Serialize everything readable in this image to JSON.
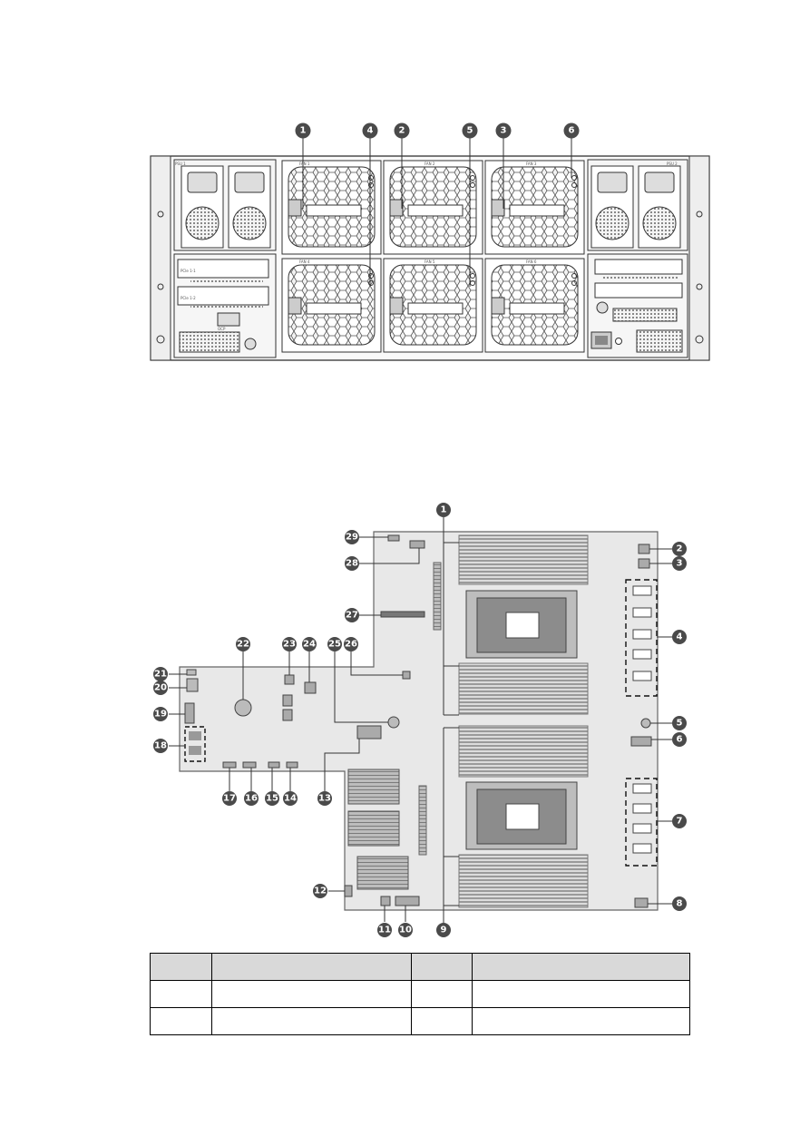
{
  "rear_panel": {
    "callouts": [
      "1",
      "4",
      "2",
      "5",
      "3",
      "6"
    ],
    "labels": {
      "fan_top": [
        "FAN 1",
        "FAN 2",
        "FAN 3"
      ],
      "fan_bottom": [
        "FAN 4",
        "FAN 5",
        "FAN 6"
      ],
      "psu_left": "PSU 1",
      "psu_right": "PSU 2",
      "pcie_left_1": "PCIe 1-1",
      "pcie_left_2": "PCIe 1-2",
      "ocp": "OCP"
    }
  },
  "motherboard": {
    "callouts": [
      "1",
      "2",
      "3",
      "4",
      "5",
      "6",
      "7",
      "8",
      "9",
      "10",
      "11",
      "12",
      "13",
      "14",
      "15",
      "16",
      "17",
      "18",
      "19",
      "20",
      "21",
      "22",
      "23",
      "24",
      "25",
      "26",
      "27",
      "28",
      "29"
    ]
  },
  "legend_table": {
    "header": [
      "",
      "",
      "",
      ""
    ],
    "rows": [
      [
        "",
        "",
        "",
        ""
      ],
      [
        "",
        "",
        "",
        ""
      ]
    ]
  },
  "colors": {
    "callout_fill": "#4a4a4a",
    "board": "#e6e6e6",
    "line": "#333333"
  }
}
